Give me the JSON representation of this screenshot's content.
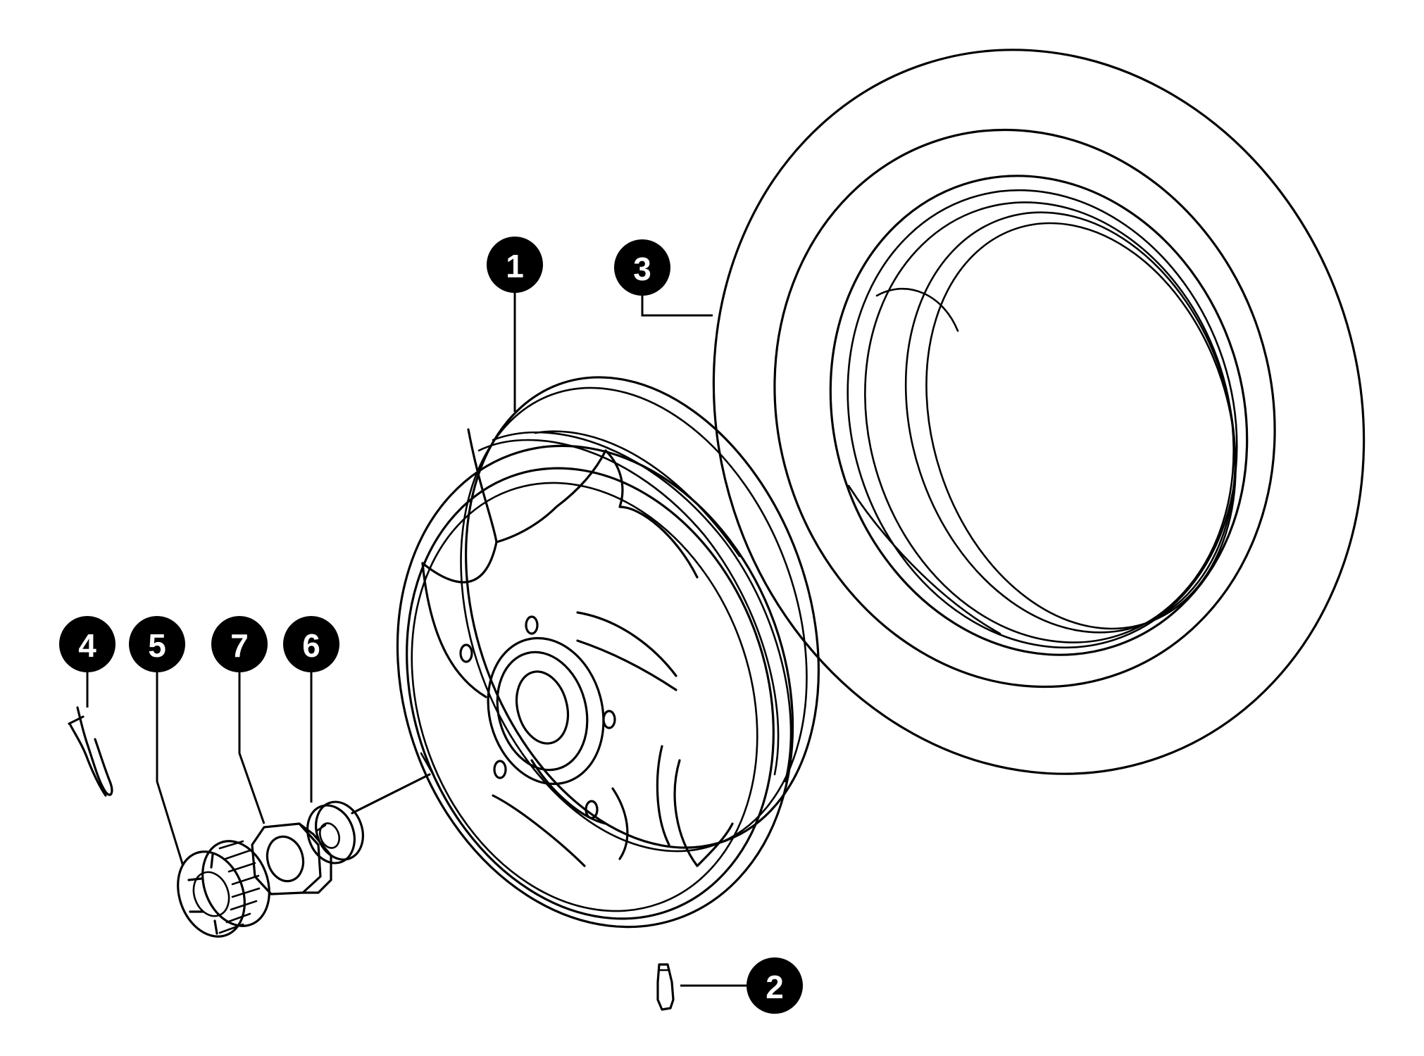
{
  "callouts": [
    {
      "id": "1",
      "label": "1"
    },
    {
      "id": "2",
      "label": "2"
    },
    {
      "id": "3",
      "label": "3"
    },
    {
      "id": "4",
      "label": "4"
    },
    {
      "id": "5",
      "label": "5"
    },
    {
      "id": "6",
      "label": "6"
    },
    {
      "id": "7",
      "label": "7"
    }
  ],
  "colors": {
    "ink": "#000000",
    "background": "#ffffff",
    "callout_text": "#ffffff"
  }
}
